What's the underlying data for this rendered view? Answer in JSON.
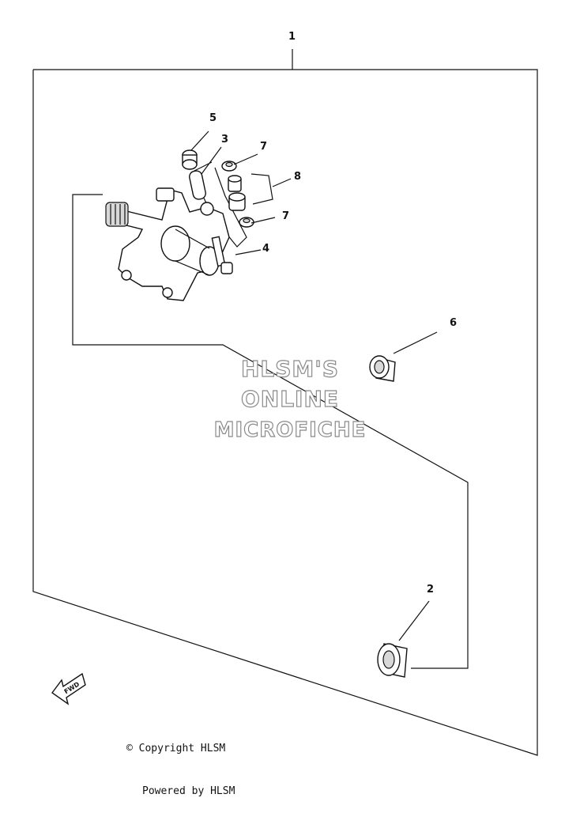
{
  "callouts": {
    "c1": "1",
    "c2": "2",
    "c3": "3",
    "c4": "4",
    "c5": "5",
    "c6": "6",
    "c7a": "7",
    "c7b": "7",
    "c8": "8"
  },
  "watermark": {
    "line1": "HLSM'S",
    "line2": "ONLINE",
    "line3": "MICROFICHE"
  },
  "fwd_label": "FWD",
  "copyright": {
    "line1": "© Copyright HLSM",
    "line2": "Powered by HLSM"
  }
}
